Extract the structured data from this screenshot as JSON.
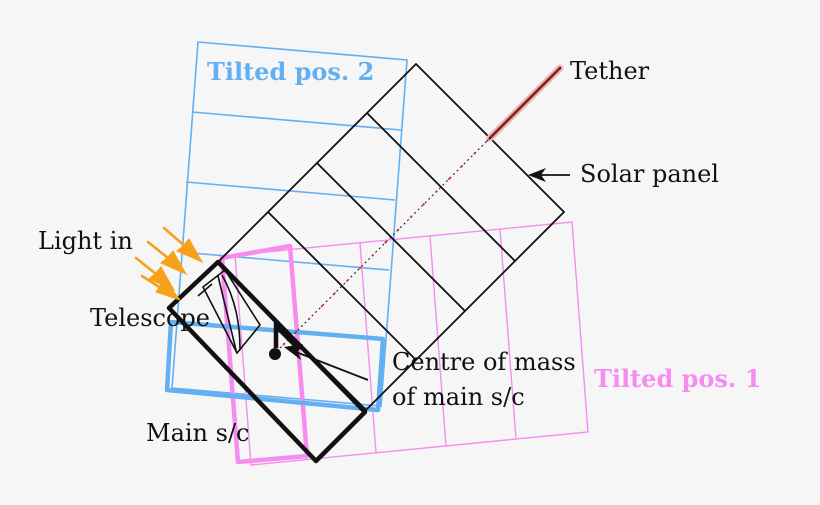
{
  "labels": {
    "tether": "Tether",
    "solar_panel": "Solar panel",
    "light_in": "Light in",
    "telescope": "Telescope",
    "centre_line1": "Centre of mass",
    "centre_line2": "of main s/c",
    "main_sc": "Main s/c",
    "tilted_pos_1": "Tilted pos. 1",
    "tilted_pos_2": "Tilted pos. 2"
  },
  "colors": {
    "background": "#f6f6f6",
    "outline": "#000000",
    "tilted_pos_1": "#f58cf0",
    "tilted_pos_2": "#62b0f2",
    "light_arrows": "#f7a11a",
    "tether_red": "#e03030",
    "tether_glow": "#f2b3b3"
  }
}
